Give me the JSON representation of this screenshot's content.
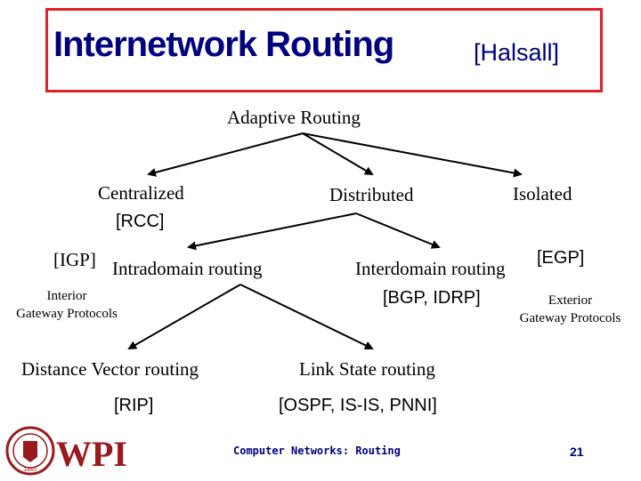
{
  "title": {
    "main": "Internetwork Routing",
    "cite": "[Halsall]"
  },
  "diagram": {
    "root": "Adaptive Routing",
    "centralized": "Centralized",
    "centralized_cite": "[RCC]",
    "distributed": "Distributed",
    "isolated": "Isolated",
    "igp_cite": "[IGP]",
    "intradomain": "Intradomain routing",
    "interior_line1": "Interior",
    "interior_line2": "Gateway Protocols",
    "interdomain": "Interdomain routing",
    "egp_cite": "[EGP]",
    "interdomain_cite": "[BGP, IDRP]",
    "exterior_line1": "Exterior",
    "exterior_line2": "Gateway Protocols",
    "distance_vector": "Distance Vector routing",
    "distance_vector_cite": "[RIP]",
    "link_state": "Link State routing",
    "link_state_cite": "[OSPF, IS-IS, PNNI]"
  },
  "footer": {
    "title": "Computer Networks: Routing",
    "page": "21",
    "logo_text": "WPI",
    "seal_year": "1865"
  },
  "colors": {
    "accent": "#000080",
    "frame": "#e0202a",
    "logo": "#9a1b1e"
  }
}
